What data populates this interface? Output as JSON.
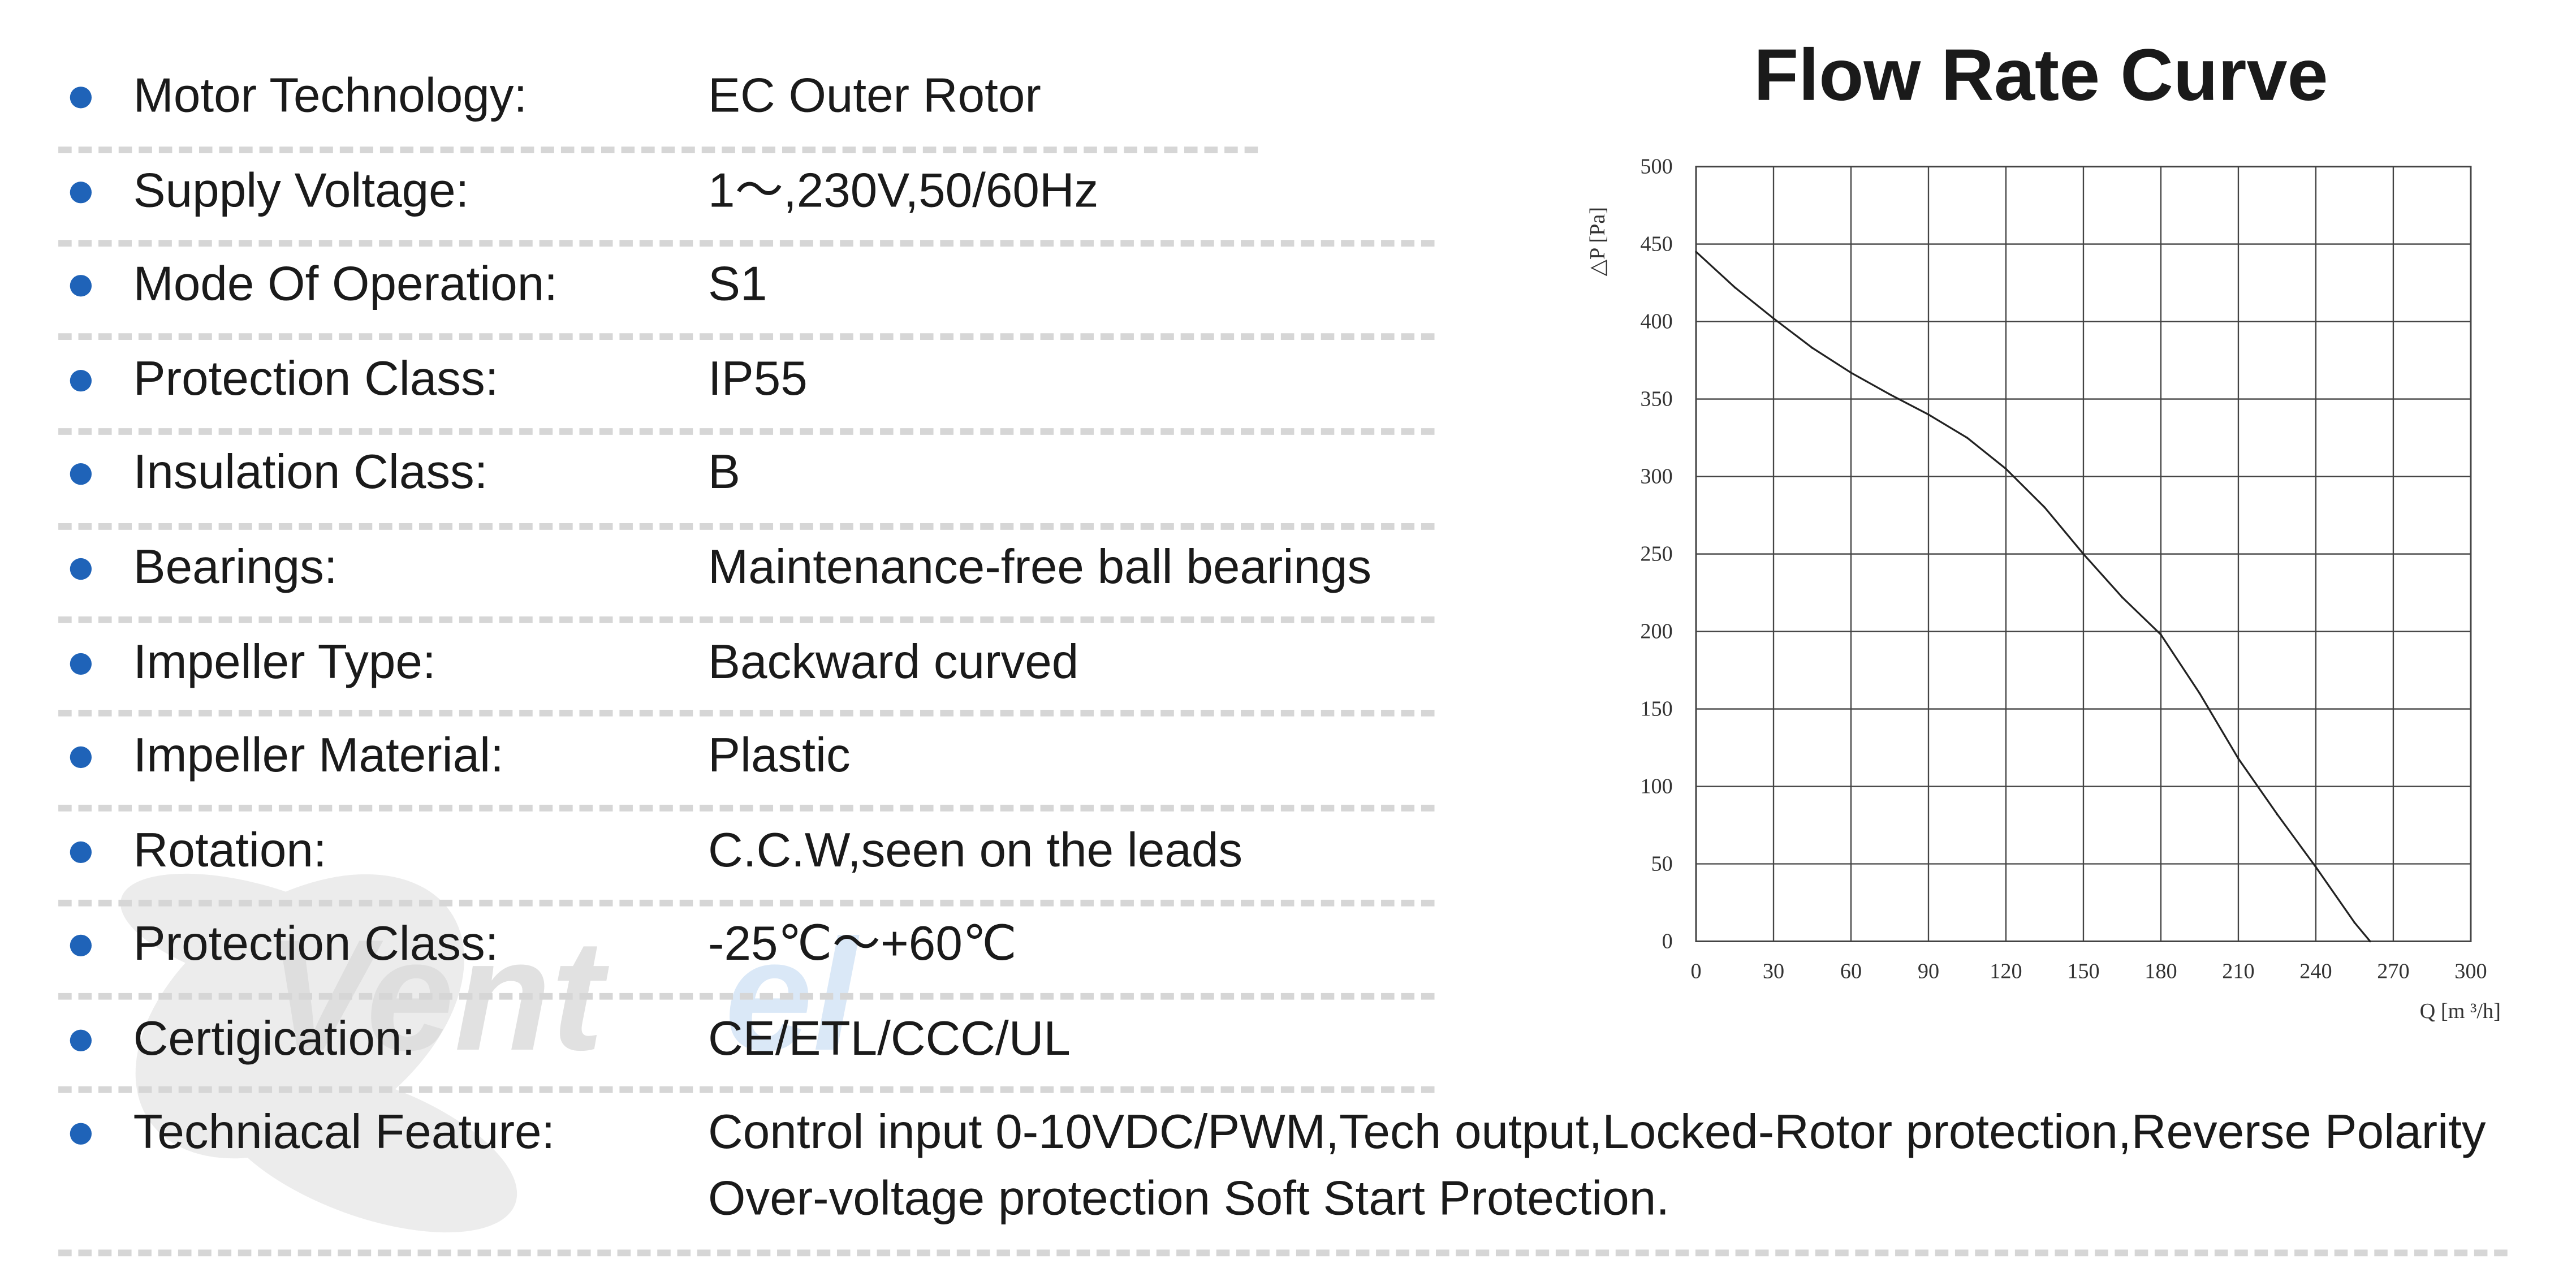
{
  "specs": [
    {
      "label": "Motor Technology:",
      "value": "EC Outer Rotor"
    },
    {
      "label": "Supply Voltage:",
      "value": "1～,230V,50/60Hz"
    },
    {
      "label": "Mode Of Operation:",
      "value": "S1"
    },
    {
      "label": "Protection Class:",
      "value": "IP55"
    },
    {
      "label": "Insulation Class:",
      "value": "B"
    },
    {
      "label": "Bearings:",
      "value": "Maintenance-free ball bearings"
    },
    {
      "label": "Impeller Type:",
      "value": "Backward curved"
    },
    {
      "label": "Impeller Material:",
      "value": "Plastic"
    },
    {
      "label": "Rotation:",
      "value": "C.C.W,seen on the leads"
    },
    {
      "label": "Protection Class:",
      "value": "-25℃～+60℃"
    },
    {
      "label": "Certigication:",
      "value": "CE/ETL/CCC/UL"
    },
    {
      "label": "Techniacal Feature:",
      "value": "Control input 0-10VDC/PWM,Tech output,Locked-Rotor protection,Reverse Polarity Over-voltage protection Soft Start Protection."
    }
  ],
  "watermark_text": "Ventel",
  "colors": {
    "bullet": "#1f63b8",
    "divider": "#d6d6d6",
    "watermark": "#e3e3e3",
    "watermark_blue": "#d6e6f7"
  },
  "chart_data": {
    "type": "line",
    "title": "Flow Rate Curve",
    "xlabel": "Q [m ³/h]",
    "ylabel": "△P [Pa]",
    "xlim": [
      0,
      300
    ],
    "ylim": [
      0,
      500
    ],
    "xticks": [
      0,
      30,
      60,
      90,
      120,
      150,
      180,
      210,
      240,
      270,
      300
    ],
    "yticks": [
      0,
      50,
      100,
      150,
      200,
      250,
      300,
      350,
      400,
      450,
      500
    ],
    "grid": true,
    "series": [
      {
        "x": [
          0,
          15,
          30,
          45,
          60,
          75,
          90,
          105,
          120,
          135,
          150,
          165,
          180,
          195,
          210,
          225,
          240,
          255,
          261
        ],
        "y": [
          445,
          422,
          402,
          383,
          367,
          353,
          340,
          325,
          305,
          280,
          250,
          222,
          198,
          160,
          118,
          82,
          48,
          12,
          0
        ]
      }
    ]
  }
}
